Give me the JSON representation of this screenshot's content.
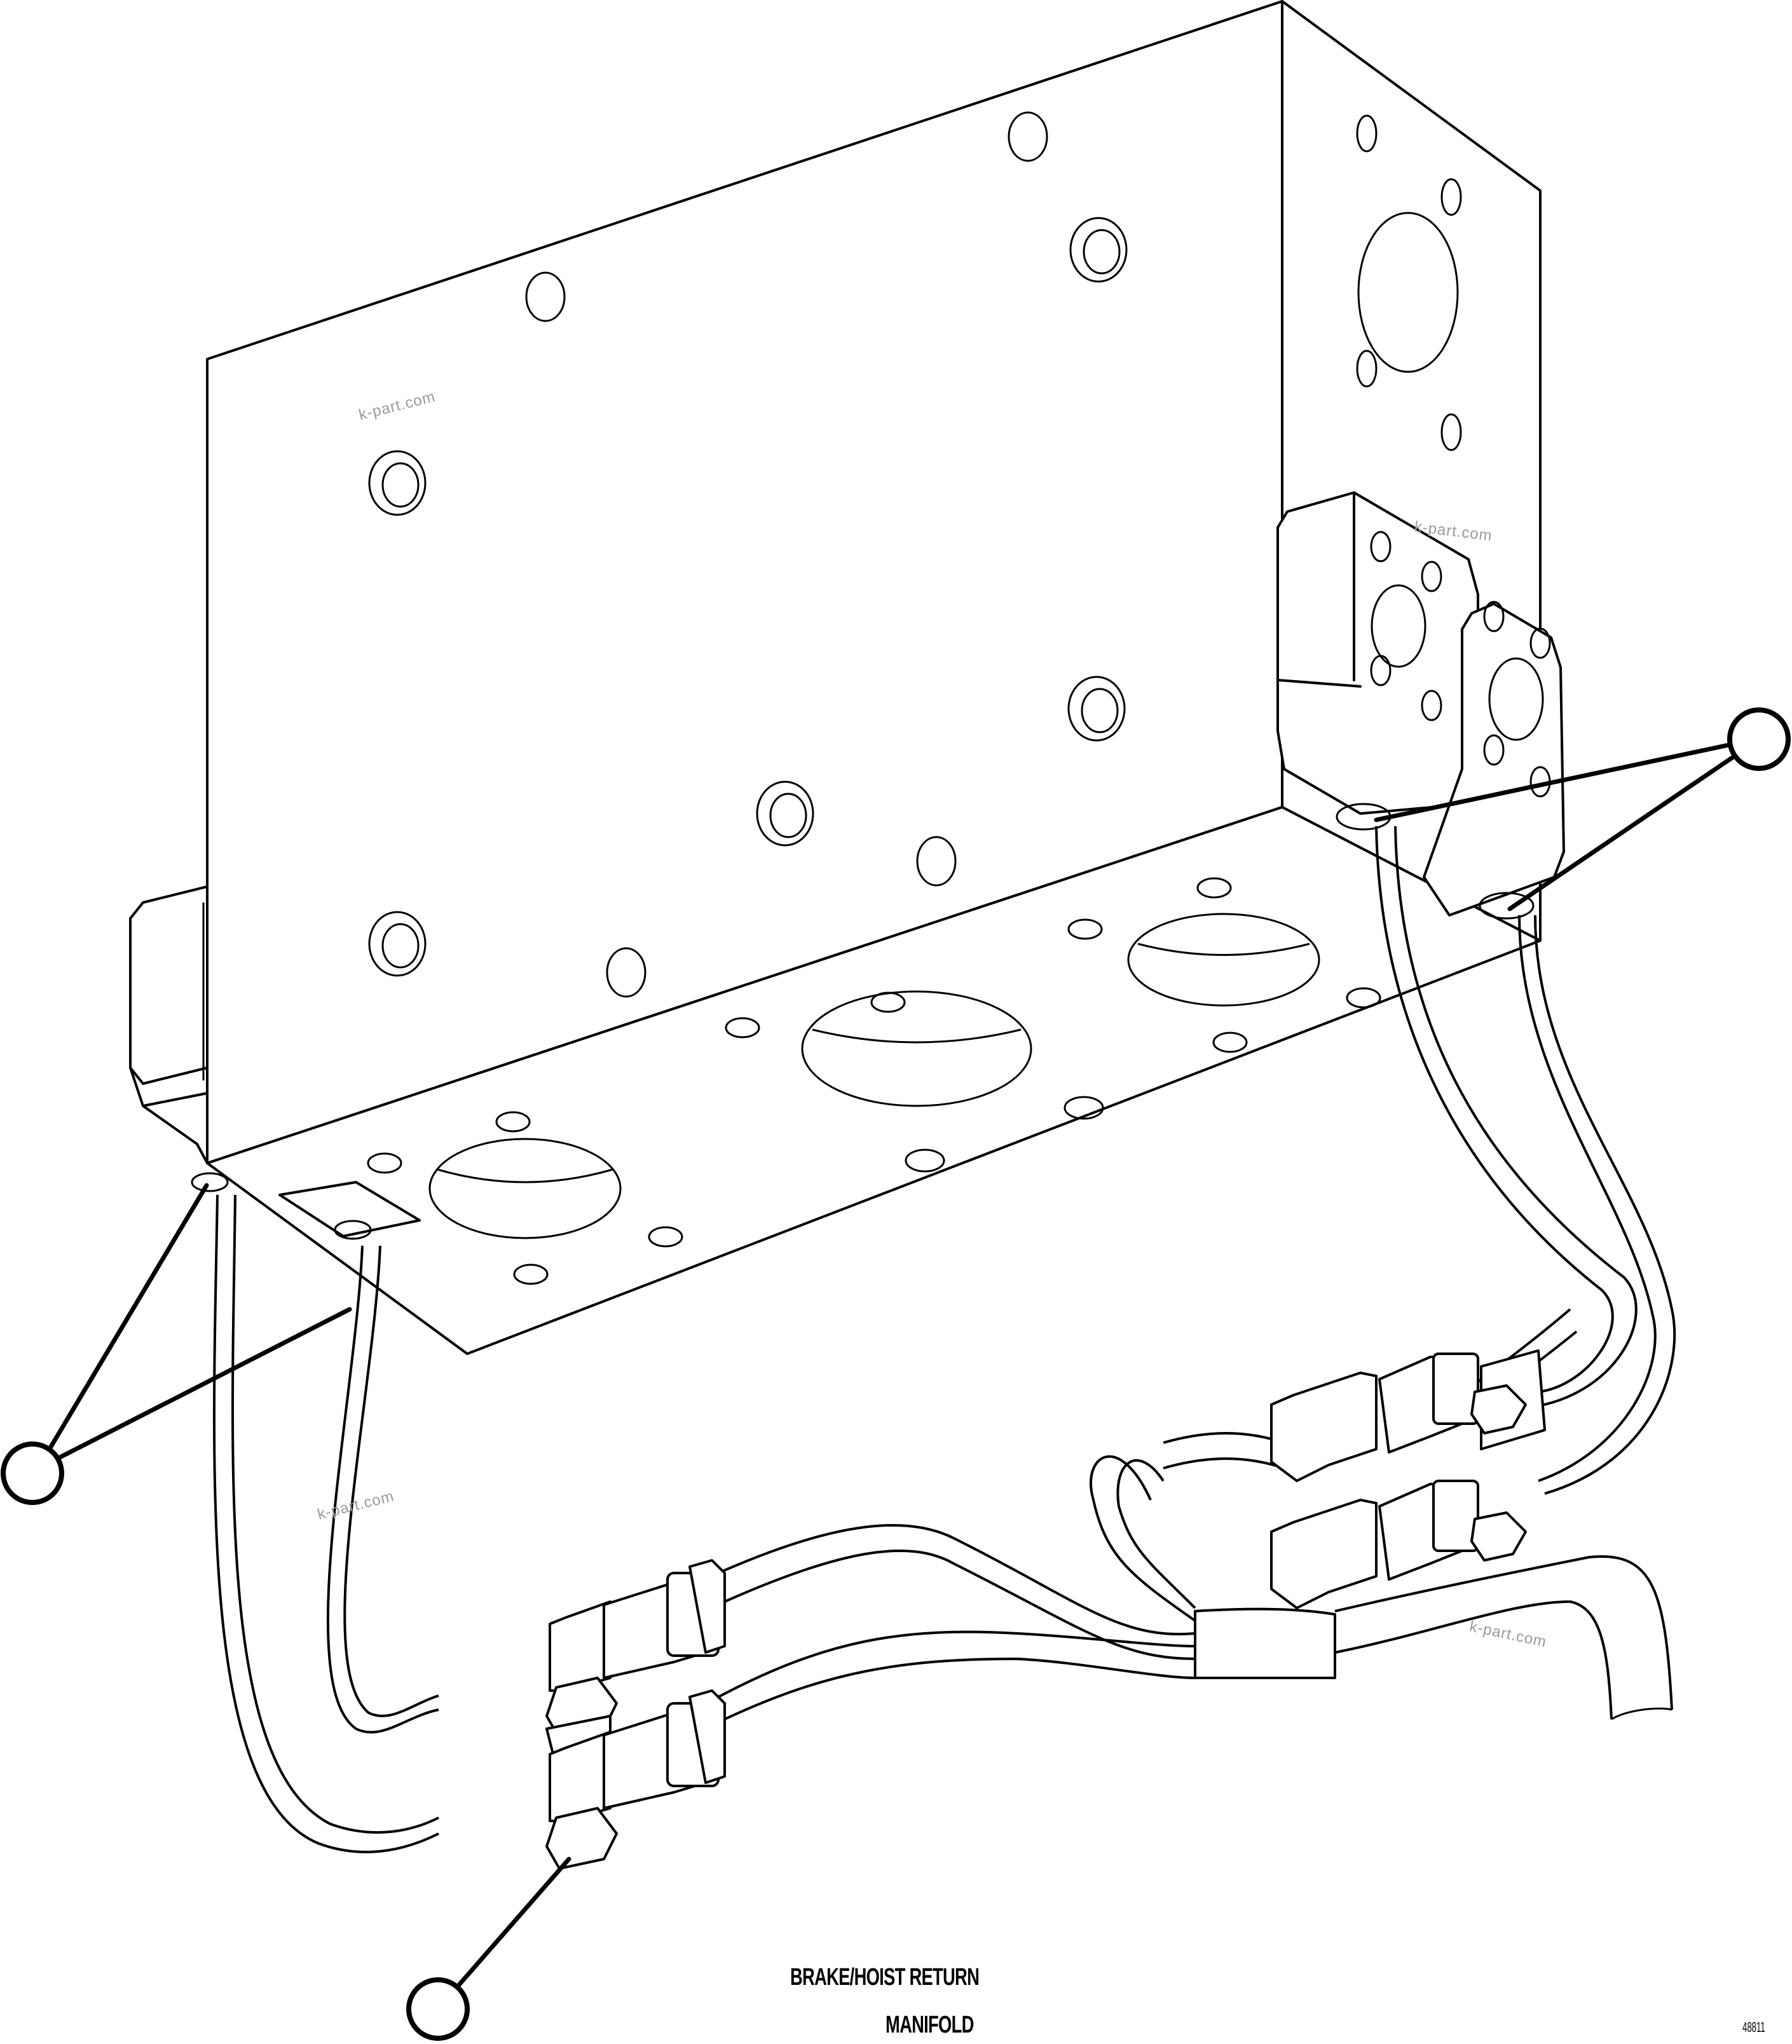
{
  "diagram": {
    "type": "exploded-parts-illustration",
    "subject": "hydraulic manifold block with wiring harness and connectors",
    "caption": {
      "line1": "BRAKE/HOIST RETURN",
      "line2": "MANIFOLD"
    },
    "drawing_id": "48811",
    "watermarks": [
      "k-part.com",
      "k-part.com",
      "k-part.com",
      "k-part.com"
    ],
    "callouts": [
      {
        "id": "left",
        "label": "",
        "targets": 2
      },
      {
        "id": "right",
        "label": "",
        "targets": 2
      },
      {
        "id": "bottom",
        "label": "",
        "targets": 1
      }
    ],
    "colors": {
      "line": "#000000",
      "background": "#ffffff",
      "watermark": "#9a9a9a"
    }
  }
}
